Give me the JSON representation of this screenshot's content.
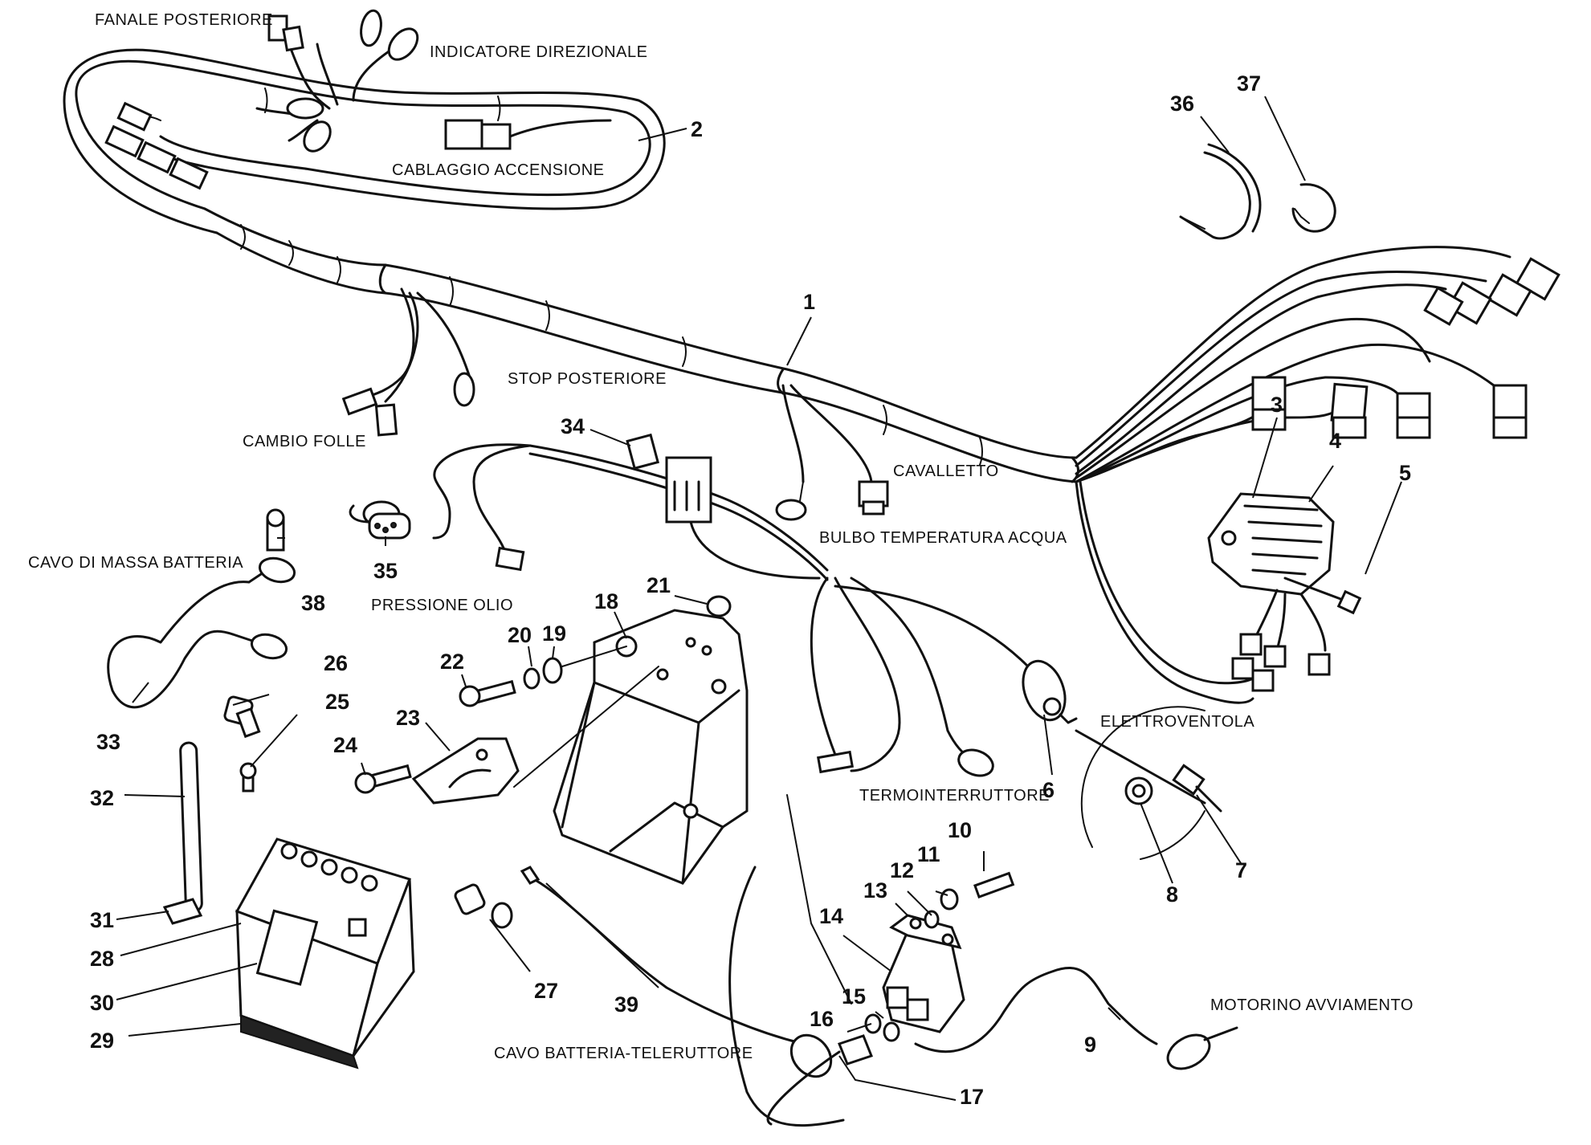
{
  "callouts": [
    {
      "id": "1",
      "text": "1"
    },
    {
      "id": "2",
      "text": "2"
    },
    {
      "id": "3",
      "text": "3"
    },
    {
      "id": "4",
      "text": "4"
    },
    {
      "id": "5",
      "text": "5"
    },
    {
      "id": "6",
      "text": "6"
    },
    {
      "id": "7",
      "text": "7"
    },
    {
      "id": "8",
      "text": "8"
    },
    {
      "id": "9",
      "text": "9"
    },
    {
      "id": "10",
      "text": "10"
    },
    {
      "id": "11",
      "text": "11"
    },
    {
      "id": "12",
      "text": "12"
    },
    {
      "id": "13",
      "text": "13"
    },
    {
      "id": "14",
      "text": "14"
    },
    {
      "id": "15",
      "text": "15"
    },
    {
      "id": "16",
      "text": "16"
    },
    {
      "id": "17",
      "text": "17"
    },
    {
      "id": "18",
      "text": "18"
    },
    {
      "id": "19",
      "text": "19"
    },
    {
      "id": "20",
      "text": "20"
    },
    {
      "id": "21",
      "text": "21"
    },
    {
      "id": "22",
      "text": "22"
    },
    {
      "id": "23",
      "text": "23"
    },
    {
      "id": "24",
      "text": "24"
    },
    {
      "id": "25",
      "text": "25"
    },
    {
      "id": "26",
      "text": "26"
    },
    {
      "id": "27",
      "text": "27"
    },
    {
      "id": "28",
      "text": "28"
    },
    {
      "id": "29",
      "text": "29"
    },
    {
      "id": "30",
      "text": "30"
    },
    {
      "id": "31",
      "text": "31"
    },
    {
      "id": "32",
      "text": "32"
    },
    {
      "id": "33",
      "text": "33"
    },
    {
      "id": "34",
      "text": "34"
    },
    {
      "id": "35",
      "text": "35"
    },
    {
      "id": "36",
      "text": "36"
    },
    {
      "id": "37",
      "text": "37"
    },
    {
      "id": "38",
      "text": "38"
    },
    {
      "id": "39",
      "text": "39"
    }
  ],
  "labels": {
    "fanale_posteriore": "FANALE POSTERIORE",
    "indicatore_direzionale": "INDICATORE DIREZIONALE",
    "cablaggio_accensione": "CABLAGGIO ACCENSIONE",
    "stop_posteriore": "STOP POSTERIORE",
    "cambio_folle": "CAMBIO FOLLE",
    "cavalletto": "CAVALLETTO",
    "bulbo_temperatura_acqua": "BULBO TEMPERATURA ACQUA",
    "cavo_di_massa_batteria": "CAVO DI MASSA BATTERIA",
    "pressione_olio": "PRESSIONE OLIO",
    "elettroventola": "ELETTROVENTOLA",
    "termointerruttore": "TERMOINTERRUTTORE",
    "motorino_avviamento": "MOTORINO AVVIAMENTO",
    "cavo_batteria_teleruttore": "CAVO BATTERIA-TELERUTTORE"
  }
}
